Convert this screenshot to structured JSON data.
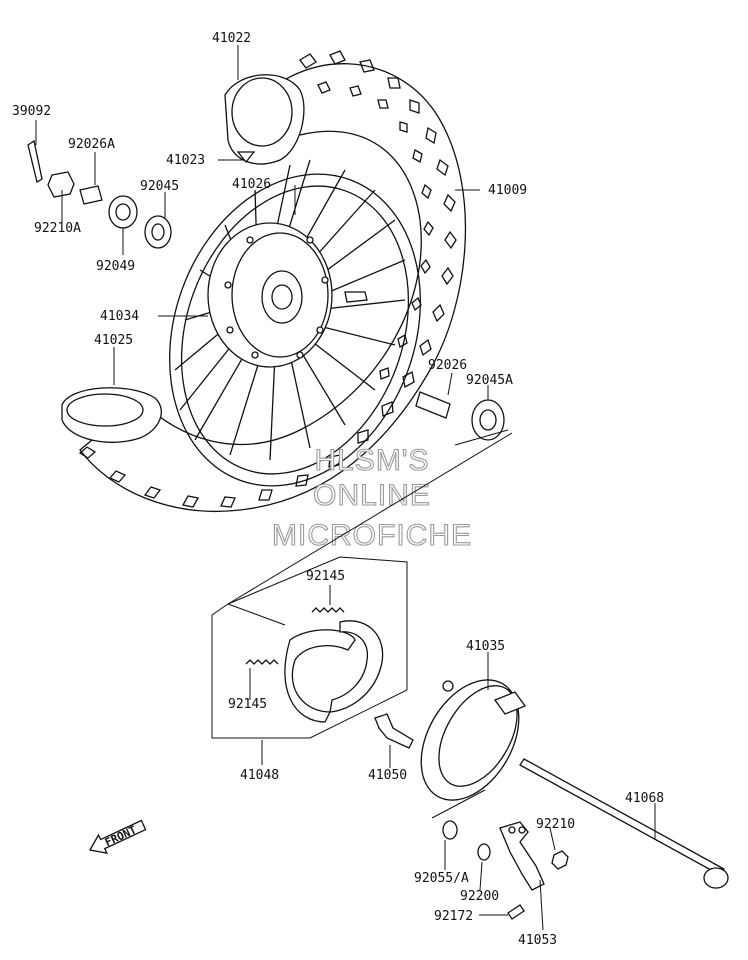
{
  "watermark": {
    "line1": "HLSM'S",
    "line2": "ONLINE",
    "line3": "MICROFICHE"
  },
  "direction_badge": "FRONT",
  "parts": {
    "p41022": "41022",
    "p39092": "39092",
    "p92026A": "92026A",
    "p41023": "41023",
    "p41026": "41026",
    "p41009": "41009",
    "p92045": "92045",
    "p92210A": "92210A",
    "p92049": "92049",
    "p41034": "41034",
    "p41025": "41025",
    "p92026": "92026",
    "p92045A": "92045A",
    "p92145a": "92145",
    "p92145b": "92145",
    "p41035": "41035",
    "p41048": "41048",
    "p41050": "41050",
    "p41068": "41068",
    "p92210": "92210",
    "p92055A": "92055/A",
    "p92200": "92200",
    "p92172": "92172",
    "p41053": "41053"
  }
}
